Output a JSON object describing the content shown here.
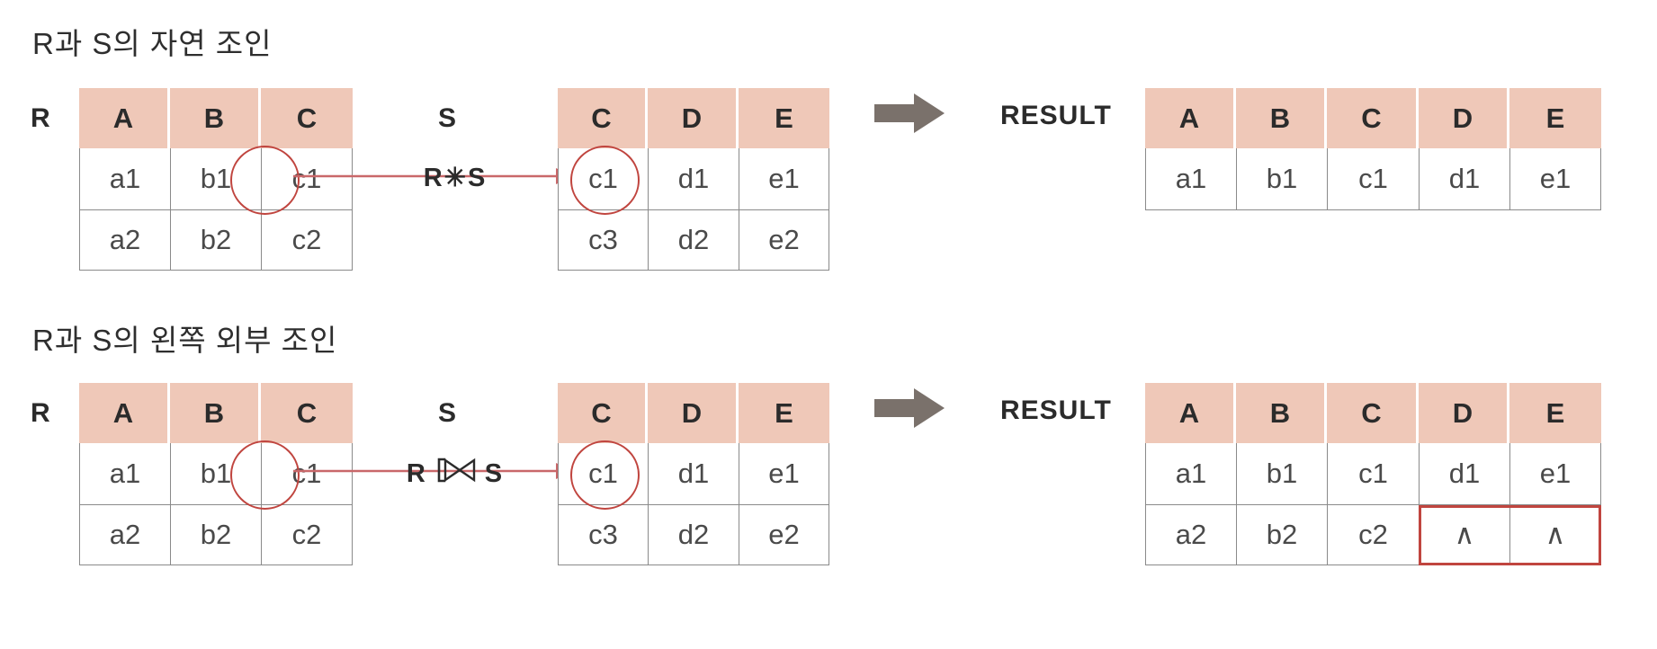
{
  "page": {
    "background": "#ffffff",
    "header_fill": "#efc8b8",
    "grid_color": "#8a8a8a",
    "highlight_color": "#c0453f",
    "arrow_color": "#7a716b"
  },
  "sections": [
    {
      "id": "natural-join",
      "title": "R과 S의 자연 조인",
      "left_table": {
        "label": "R",
        "columns": [
          "A",
          "B",
          "C"
        ],
        "rows": [
          [
            "a1",
            "b1",
            "c1"
          ],
          [
            "a2",
            "b2",
            "c2"
          ]
        ]
      },
      "right_table": {
        "label": "S",
        "columns": [
          "C",
          "D",
          "E"
        ],
        "rows": [
          [
            "c1",
            "d1",
            "e1"
          ],
          [
            "c3",
            "d2",
            "e2"
          ]
        ]
      },
      "join_operator": "R✳S",
      "join_operator_parts": {
        "left": "R",
        "symbol": "✳",
        "right": "S"
      },
      "flow_arrow": "right-block-arrow",
      "result_table": {
        "label": "RESULT",
        "columns": [
          "A",
          "B",
          "C",
          "D",
          "E"
        ],
        "rows": [
          [
            "a1",
            "b1",
            "c1",
            "d1",
            "e1"
          ]
        ]
      }
    },
    {
      "id": "left-outer-join",
      "title": "R과 S의 왼쪽 외부 조인",
      "left_table": {
        "label": "R",
        "columns": [
          "A",
          "B",
          "C"
        ],
        "rows": [
          [
            "a1",
            "b1",
            "c1"
          ],
          [
            "a2",
            "b2",
            "c2"
          ]
        ]
      },
      "right_table": {
        "label": "S",
        "columns": [
          "C",
          "D",
          "E"
        ],
        "rows": [
          [
            "c1",
            "d1",
            "e1"
          ],
          [
            "c3",
            "d2",
            "e2"
          ]
        ]
      },
      "join_operator": "R ⟕ S",
      "join_operator_parts": {
        "left": "R",
        "symbol": "⟕",
        "right": "S"
      },
      "flow_arrow": "right-block-arrow",
      "result_table": {
        "label": "RESULT",
        "columns": [
          "A",
          "B",
          "C",
          "D",
          "E"
        ],
        "rows": [
          [
            "a1",
            "b1",
            "c1",
            "d1",
            "e1"
          ],
          [
            "a2",
            "b2",
            "c2",
            "∧",
            "∧"
          ]
        ]
      }
    }
  ]
}
